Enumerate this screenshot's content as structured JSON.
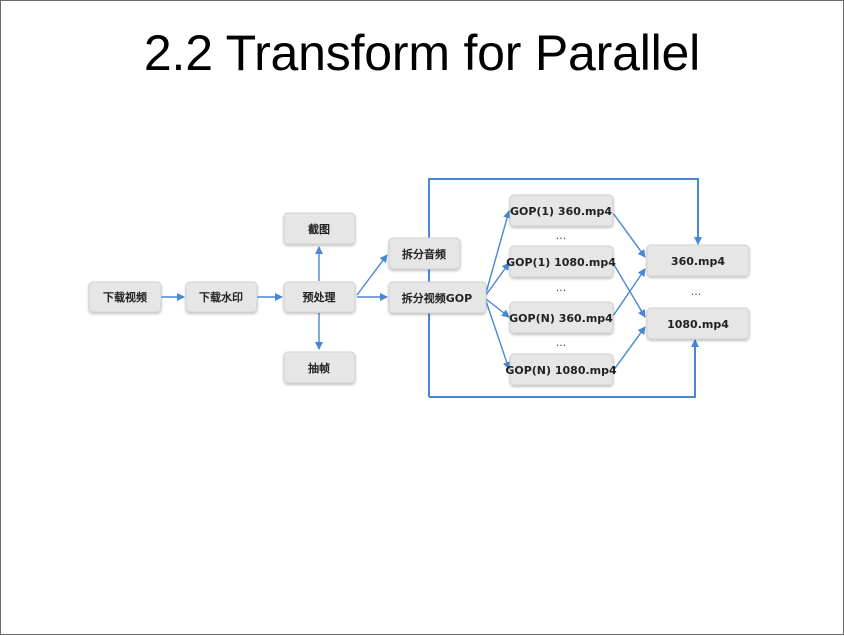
{
  "slide": {
    "title": "2.2 Transform for Parallel"
  },
  "diagram": {
    "nodes": {
      "download_video": "下载视频",
      "download_watermark": "下载水印",
      "preprocess": "预处理",
      "screenshot": "截图",
      "extract_frames": "抽帧",
      "split_audio": "拆分音频",
      "split_video_gop": "拆分视频GOP",
      "gop1_360": "GOP(1) 360.mp4",
      "gop1_1080": "GOP(1) 1080.mp4",
      "gopn_360": "GOP(N) 360.mp4",
      "gopn_1080": "GOP(N) 1080.mp4",
      "out_360": "360.mp4",
      "out_1080": "1080.mp4"
    },
    "ellipses": {
      "gop_a": "...",
      "gop_b": "...",
      "gop_c": "...",
      "outputs": "..."
    },
    "colors": {
      "arrow": "#4a86d6",
      "box": "#e6e6e6"
    }
  }
}
